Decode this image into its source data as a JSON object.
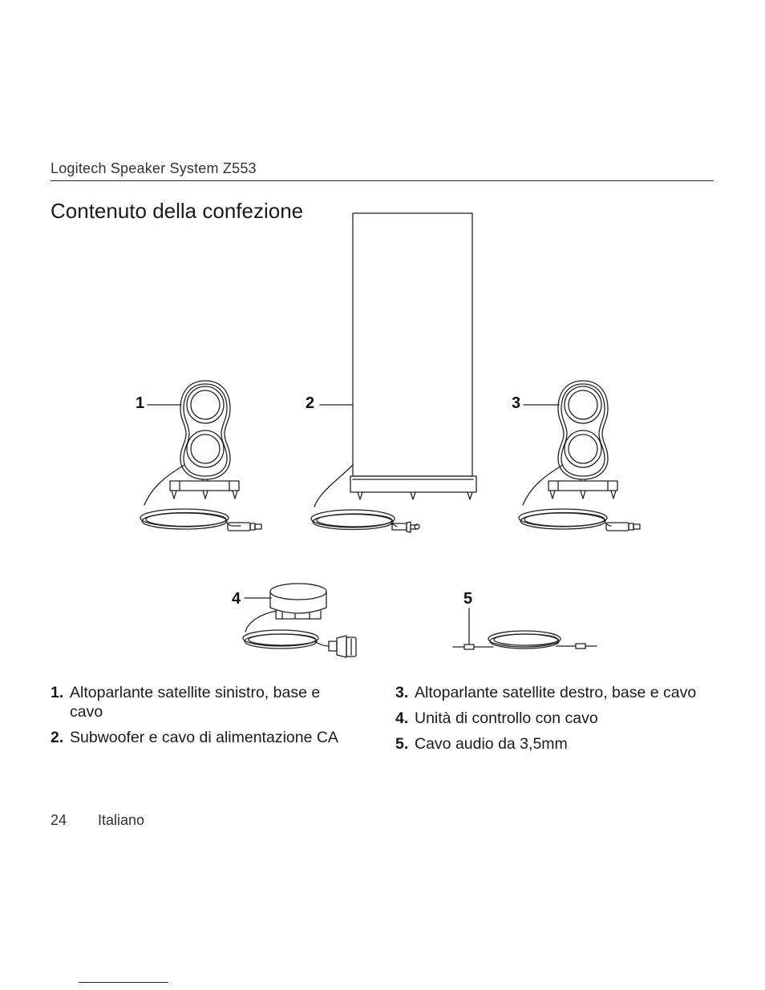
{
  "header": {
    "product": "Logitech Speaker System Z553"
  },
  "page_title": "Contenuto della confezione",
  "callouts": [
    "1",
    "2",
    "3",
    "4",
    "5"
  ],
  "items_left": [
    {
      "num": "1.",
      "text": "Altoparlante satellite sinistro, base e cavo"
    },
    {
      "num": "2.",
      "text": "Subwoofer e cavo di alimentazione CA"
    }
  ],
  "items_right": [
    {
      "num": "3.",
      "text": "Altoparlante satellite destro, base e cavo"
    },
    {
      "num": "4.",
      "text": "Unità di controllo con cavo"
    },
    {
      "num": "5.",
      "text": "Cavo audio da 3,5mm"
    }
  ],
  "footer": {
    "page_number": "24",
    "language": "Italiano"
  },
  "colors": {
    "line": "#222222",
    "paper": "#ffffff"
  }
}
